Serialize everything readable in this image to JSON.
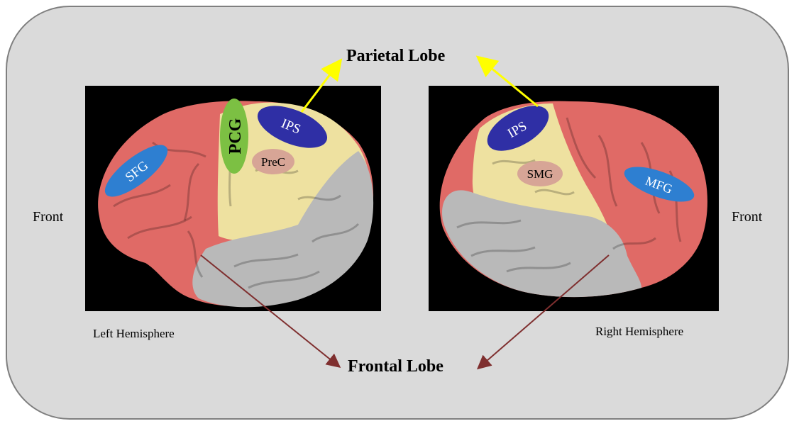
{
  "labels": {
    "parietal": "Parietal Lobe",
    "frontal": "Frontal Lobe",
    "front_left": "Front",
    "front_right": "Front",
    "left_hemisphere": "Left Hemisphere",
    "right_hemisphere": "Right Hemisphere"
  },
  "regions": {
    "left": {
      "sfg": "SFG",
      "pcg": "PCG",
      "ips": "IPS",
      "prec": "PreC"
    },
    "right": {
      "ips": "IPS",
      "smg": "SMG",
      "mfg": "MFG"
    }
  },
  "colors": {
    "frontal_lobe": "#e06a66",
    "parietal_lobe": "#eee1a0",
    "other_cortex": "#b9b9b9",
    "sfg_mfg_marker": "#2e7fd1",
    "ips_marker": "#2f2fa5",
    "pcg_marker": "#7cc043",
    "prec_smg_marker": "#d7a596",
    "parietal_arrow": "#ffff00",
    "frontal_arrow": "#7f2f2f",
    "frame_fill": "#dadada",
    "frame_border": "#7f7f7f"
  }
}
